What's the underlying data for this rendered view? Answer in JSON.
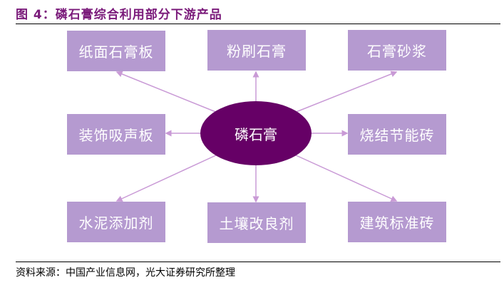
{
  "title": "图 4：磷石膏综合利用部分下游产品",
  "center": "磷石膏",
  "products": [
    "纸面石膏板",
    "粉刷石膏",
    "石膏砂浆",
    "装饰吸声板",
    "烧结节能砖",
    "水泥添加剂",
    "土壤改良剂",
    "建筑标准砖"
  ],
  "source": "资料来源：中国产业信息网，光大证券研究所整理",
  "colors": {
    "box": "#b59ad0",
    "center": "#660066",
    "arrow": "#c99ad6",
    "title": "#7a1a7a"
  }
}
